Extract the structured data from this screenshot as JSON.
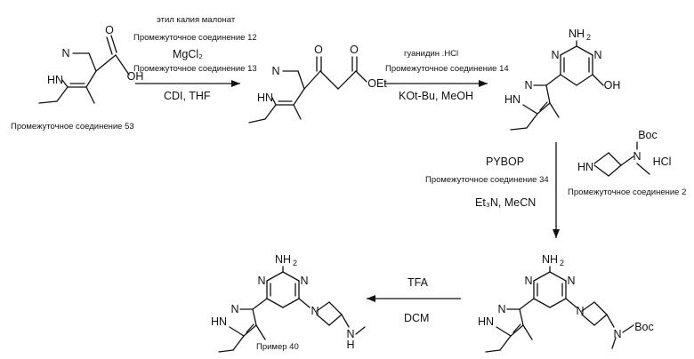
{
  "reagents": {
    "step1": {
      "line1": "этил калия малонат",
      "line2": "Промежуточное соединение 12",
      "line3": "MgCl₂",
      "line4": "Промежуточное соединение 13",
      "line5": "CDI, THF"
    },
    "step2": {
      "line1": "гуанидин .HCl",
      "line2": "Промежуточное соединение 14",
      "line3": "KOt-Bu, MeOH"
    },
    "step3": {
      "line1": "PYBOP",
      "line2": "Промежуточное соединение 34",
      "line3": "Et₃N, MeCN"
    },
    "step4": {
      "line1": "TFA",
      "line2": "DCM"
    }
  },
  "labels": {
    "sm": "Промежуточное соединение 53",
    "amine": "Промежуточное соединение 2",
    "product": "Пример 40"
  }
}
